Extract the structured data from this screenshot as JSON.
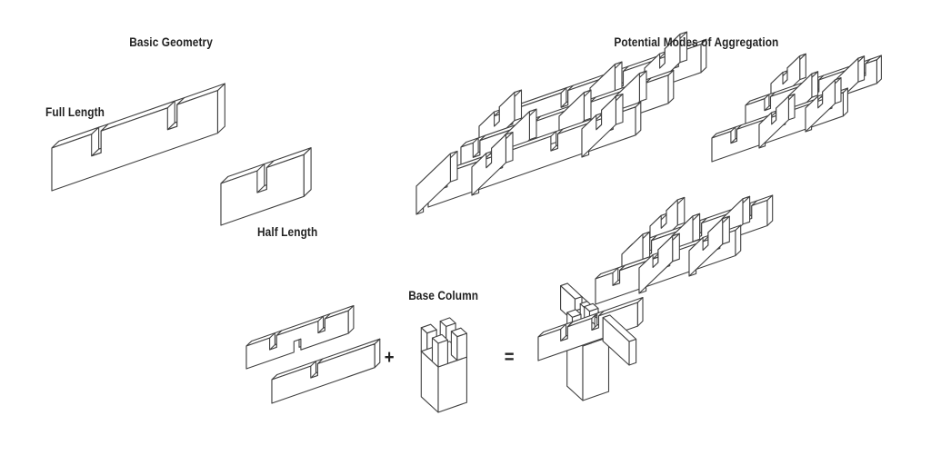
{
  "colors": {
    "background": "#ffffff",
    "line": "#404040",
    "text": "#222222"
  },
  "basic_geometry": {
    "title": "Basic Geometry",
    "full_length_label": "Full Length",
    "half_length_label": "Half Length"
  },
  "aggregation": {
    "title": "Potential Modes of Aggregation"
  },
  "equation": {
    "base_column_label": "Base Column",
    "plus": "+",
    "equals": "="
  }
}
